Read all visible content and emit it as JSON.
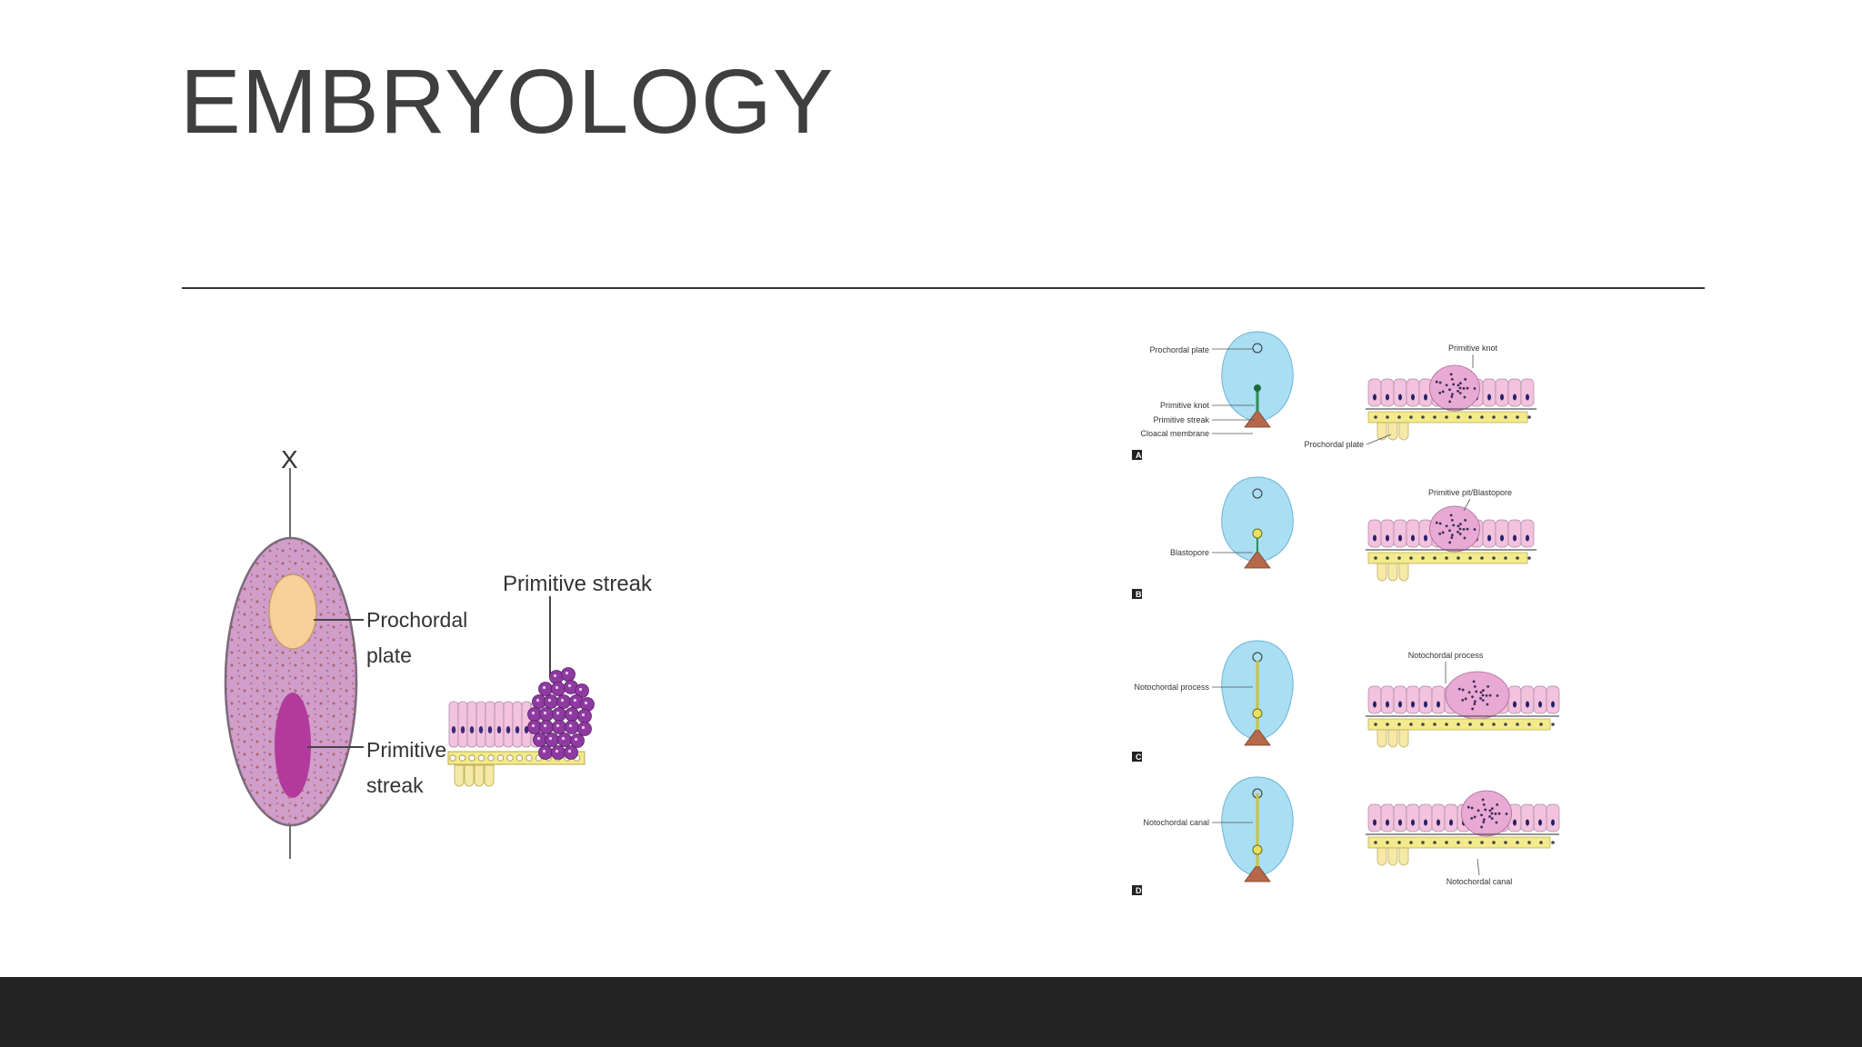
{
  "slide": {
    "title": "EMBRYOLOGY"
  },
  "figure_left": {
    "x_mark": "X",
    "labels": {
      "prochordal": [
        "Prochordal",
        "plate"
      ],
      "primitive_streak": [
        "Primitive",
        "streak"
      ],
      "section_title": "Primitive streak"
    }
  },
  "figure_right": {
    "panels": [
      {
        "letter": "A",
        "disc_labels": [
          "Prochordal plate",
          "Primitive knot",
          "Primitive streak",
          "Cloacal membrane"
        ],
        "section_labels": [
          "Primitive knot",
          "Prochordal plate"
        ]
      },
      {
        "letter": "B",
        "disc_labels": [
          "Blastopore"
        ],
        "section_labels": [
          "Primitive pit/Blastopore"
        ]
      },
      {
        "letter": "C",
        "disc_labels": [
          "Notochordal process"
        ],
        "section_labels": [
          "Notochordal process"
        ]
      },
      {
        "letter": "D",
        "disc_labels": [
          "Notochordal canal"
        ],
        "section_labels": [
          "Notochordal canal"
        ]
      }
    ]
  },
  "colors": {
    "title": "#3f3f3f",
    "footer": "#242324",
    "disc_fill": "#cf9ecb",
    "prochordal_fill": "#f7cf9a",
    "streak_fill": "#b23a9c",
    "ectoderm": "#f3c2dd",
    "endoderm": "#f3ea8c",
    "blue_disc": "#a9def3"
  }
}
